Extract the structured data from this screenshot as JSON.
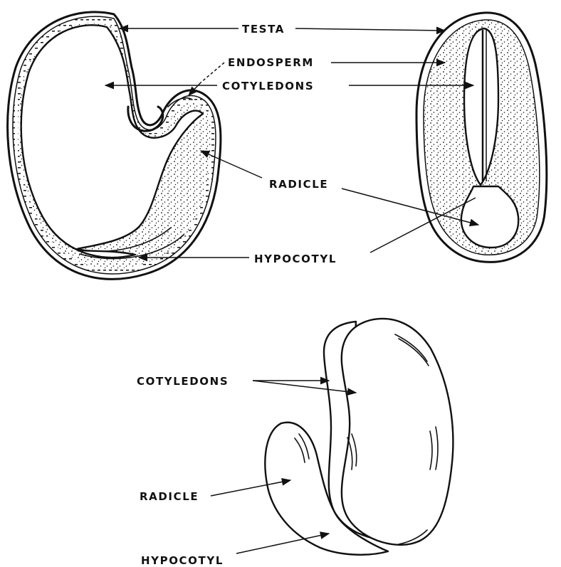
{
  "labels": {
    "testa": "TESTA",
    "endosperm": "ENDOSPERM",
    "cotyledons_top": "COTYLEDONS",
    "radicle_top": "RADICLE",
    "hypocotyl_top": "HYPOCOTYL",
    "cotyledons_bottom": "COTYLEDONS",
    "radicle_bottom": "RADICLE",
    "hypocotyl_bottom": "HYPOCOTYL"
  },
  "colors": {
    "ink": "#111111",
    "paper": "#ffffff"
  }
}
